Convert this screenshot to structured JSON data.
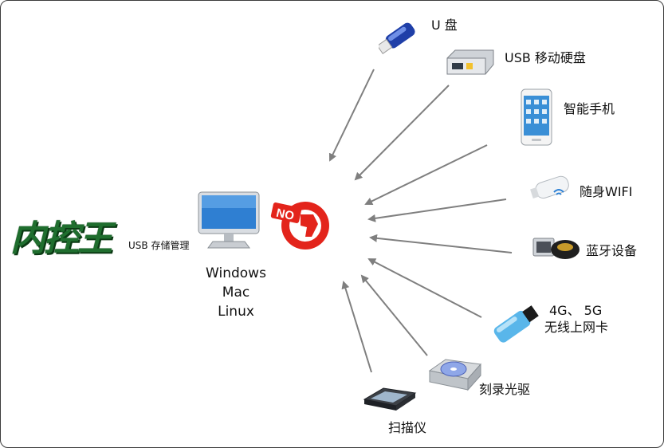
{
  "logo": {
    "text": "内控王",
    "subtitle": "USB 存储管理"
  },
  "os": [
    "Windows",
    "Mac",
    "Linux"
  ],
  "center_badge": "NO",
  "devices": {
    "u_disk": "U 盘",
    "usb_hdd": "USB 移动硬盘",
    "smartphone": "智能手机",
    "wifi": "随身WIFI",
    "bluetooth": "蓝牙设备",
    "modem_line1": "4G、 5G",
    "modem_line2": "无线上网卡",
    "optical": "刻录光驱",
    "scanner": "扫描仪"
  },
  "colors": {
    "arrow": "#7f7f7f",
    "badge": "#e3241b",
    "logo": "#1f6e2e",
    "border": "#3c3c3c"
  },
  "icons": [
    "usb-flash-drive-icon",
    "external-hard-drive-icon",
    "smartphone-icon",
    "usb-wifi-dongle-icon",
    "bluetooth-adapter-icon",
    "usb-modem-icon",
    "optical-drive-icon",
    "scanner-icon",
    "monitor-icon",
    "no-hand-icon"
  ]
}
